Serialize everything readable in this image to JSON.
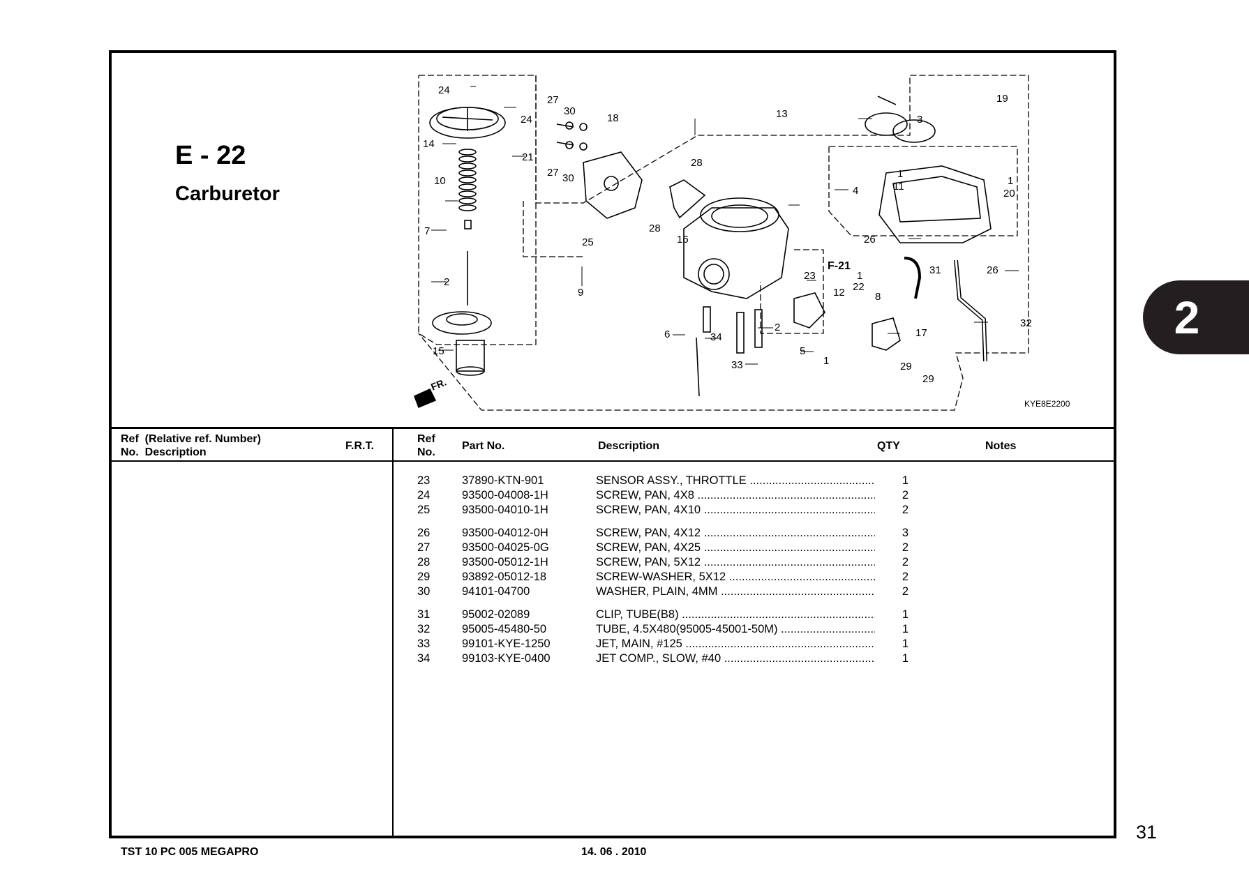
{
  "section": {
    "code": "E - 22",
    "name": "Carburetor"
  },
  "diagram": {
    "code": "KYE8E2200",
    "fr_label": "FR.",
    "ref_label": "F-21",
    "callouts": [
      "24",
      "24",
      "27",
      "30",
      "18",
      "13",
      "19",
      "3",
      "14",
      "21",
      "27",
      "30",
      "10",
      "28",
      "1",
      "11",
      "4",
      "1",
      "20",
      "7",
      "28",
      "25",
      "16",
      "26",
      "2",
      "31",
      "26",
      "23",
      "1",
      "22",
      "12",
      "8",
      "9",
      "32",
      "6",
      "34",
      "2",
      "17",
      "15",
      "5",
      "1",
      "33",
      "29",
      "29"
    ]
  },
  "headers": {
    "left_ref": "Ref",
    "left_relative": "(Relative ref. Number)",
    "left_no": "No.",
    "left_description": "Description",
    "frt": "F.R.T.",
    "ref": "Ref",
    "ref_no": "No.",
    "part_no": "Part No.",
    "description": "Description",
    "qty": "QTY",
    "notes": "Notes"
  },
  "parts": [
    {
      "ref": "23",
      "part_no": "37890-KTN-901",
      "description": "SENSOR ASSY., THROTTLE",
      "qty": "1"
    },
    {
      "ref": "24",
      "part_no": "93500-04008-1H",
      "description": "SCREW, PAN, 4X8",
      "qty": "2"
    },
    {
      "ref": "25",
      "part_no": "93500-04010-1H",
      "description": "SCREW, PAN, 4X10",
      "qty": "2"
    },
    {
      "ref": "26",
      "part_no": "93500-04012-0H",
      "description": "SCREW, PAN, 4X12",
      "qty": "3"
    },
    {
      "ref": "27",
      "part_no": "93500-04025-0G",
      "description": "SCREW, PAN, 4X25",
      "qty": "2"
    },
    {
      "ref": "28",
      "part_no": "93500-05012-1H",
      "description": "SCREW, PAN, 5X12",
      "qty": "2"
    },
    {
      "ref": "29",
      "part_no": "93892-05012-18",
      "description": "SCREW-WASHER, 5X12",
      "qty": "2"
    },
    {
      "ref": "30",
      "part_no": "94101-04700",
      "description": "WASHER, PLAIN, 4MM",
      "qty": "2"
    },
    {
      "ref": "31",
      "part_no": "95002-02089",
      "description": "CLIP, TUBE(B8)",
      "qty": "1"
    },
    {
      "ref": "32",
      "part_no": "95005-45480-50",
      "description": "TUBE, 4.5X480(95005-45001-50M)",
      "qty": "1"
    },
    {
      "ref": "33",
      "part_no": "99101-KYE-1250",
      "description": "JET, MAIN, #125",
      "qty": "1"
    },
    {
      "ref": "34",
      "part_no": "99103-KYE-0400",
      "description": "JET COMP., SLOW, #40",
      "qty": "1"
    }
  ],
  "footer": {
    "doc_code": "TST 10 PC 005 MEGAPRO",
    "date": "14. 06 . 2010",
    "page": "31"
  },
  "chapter_tab": "2"
}
